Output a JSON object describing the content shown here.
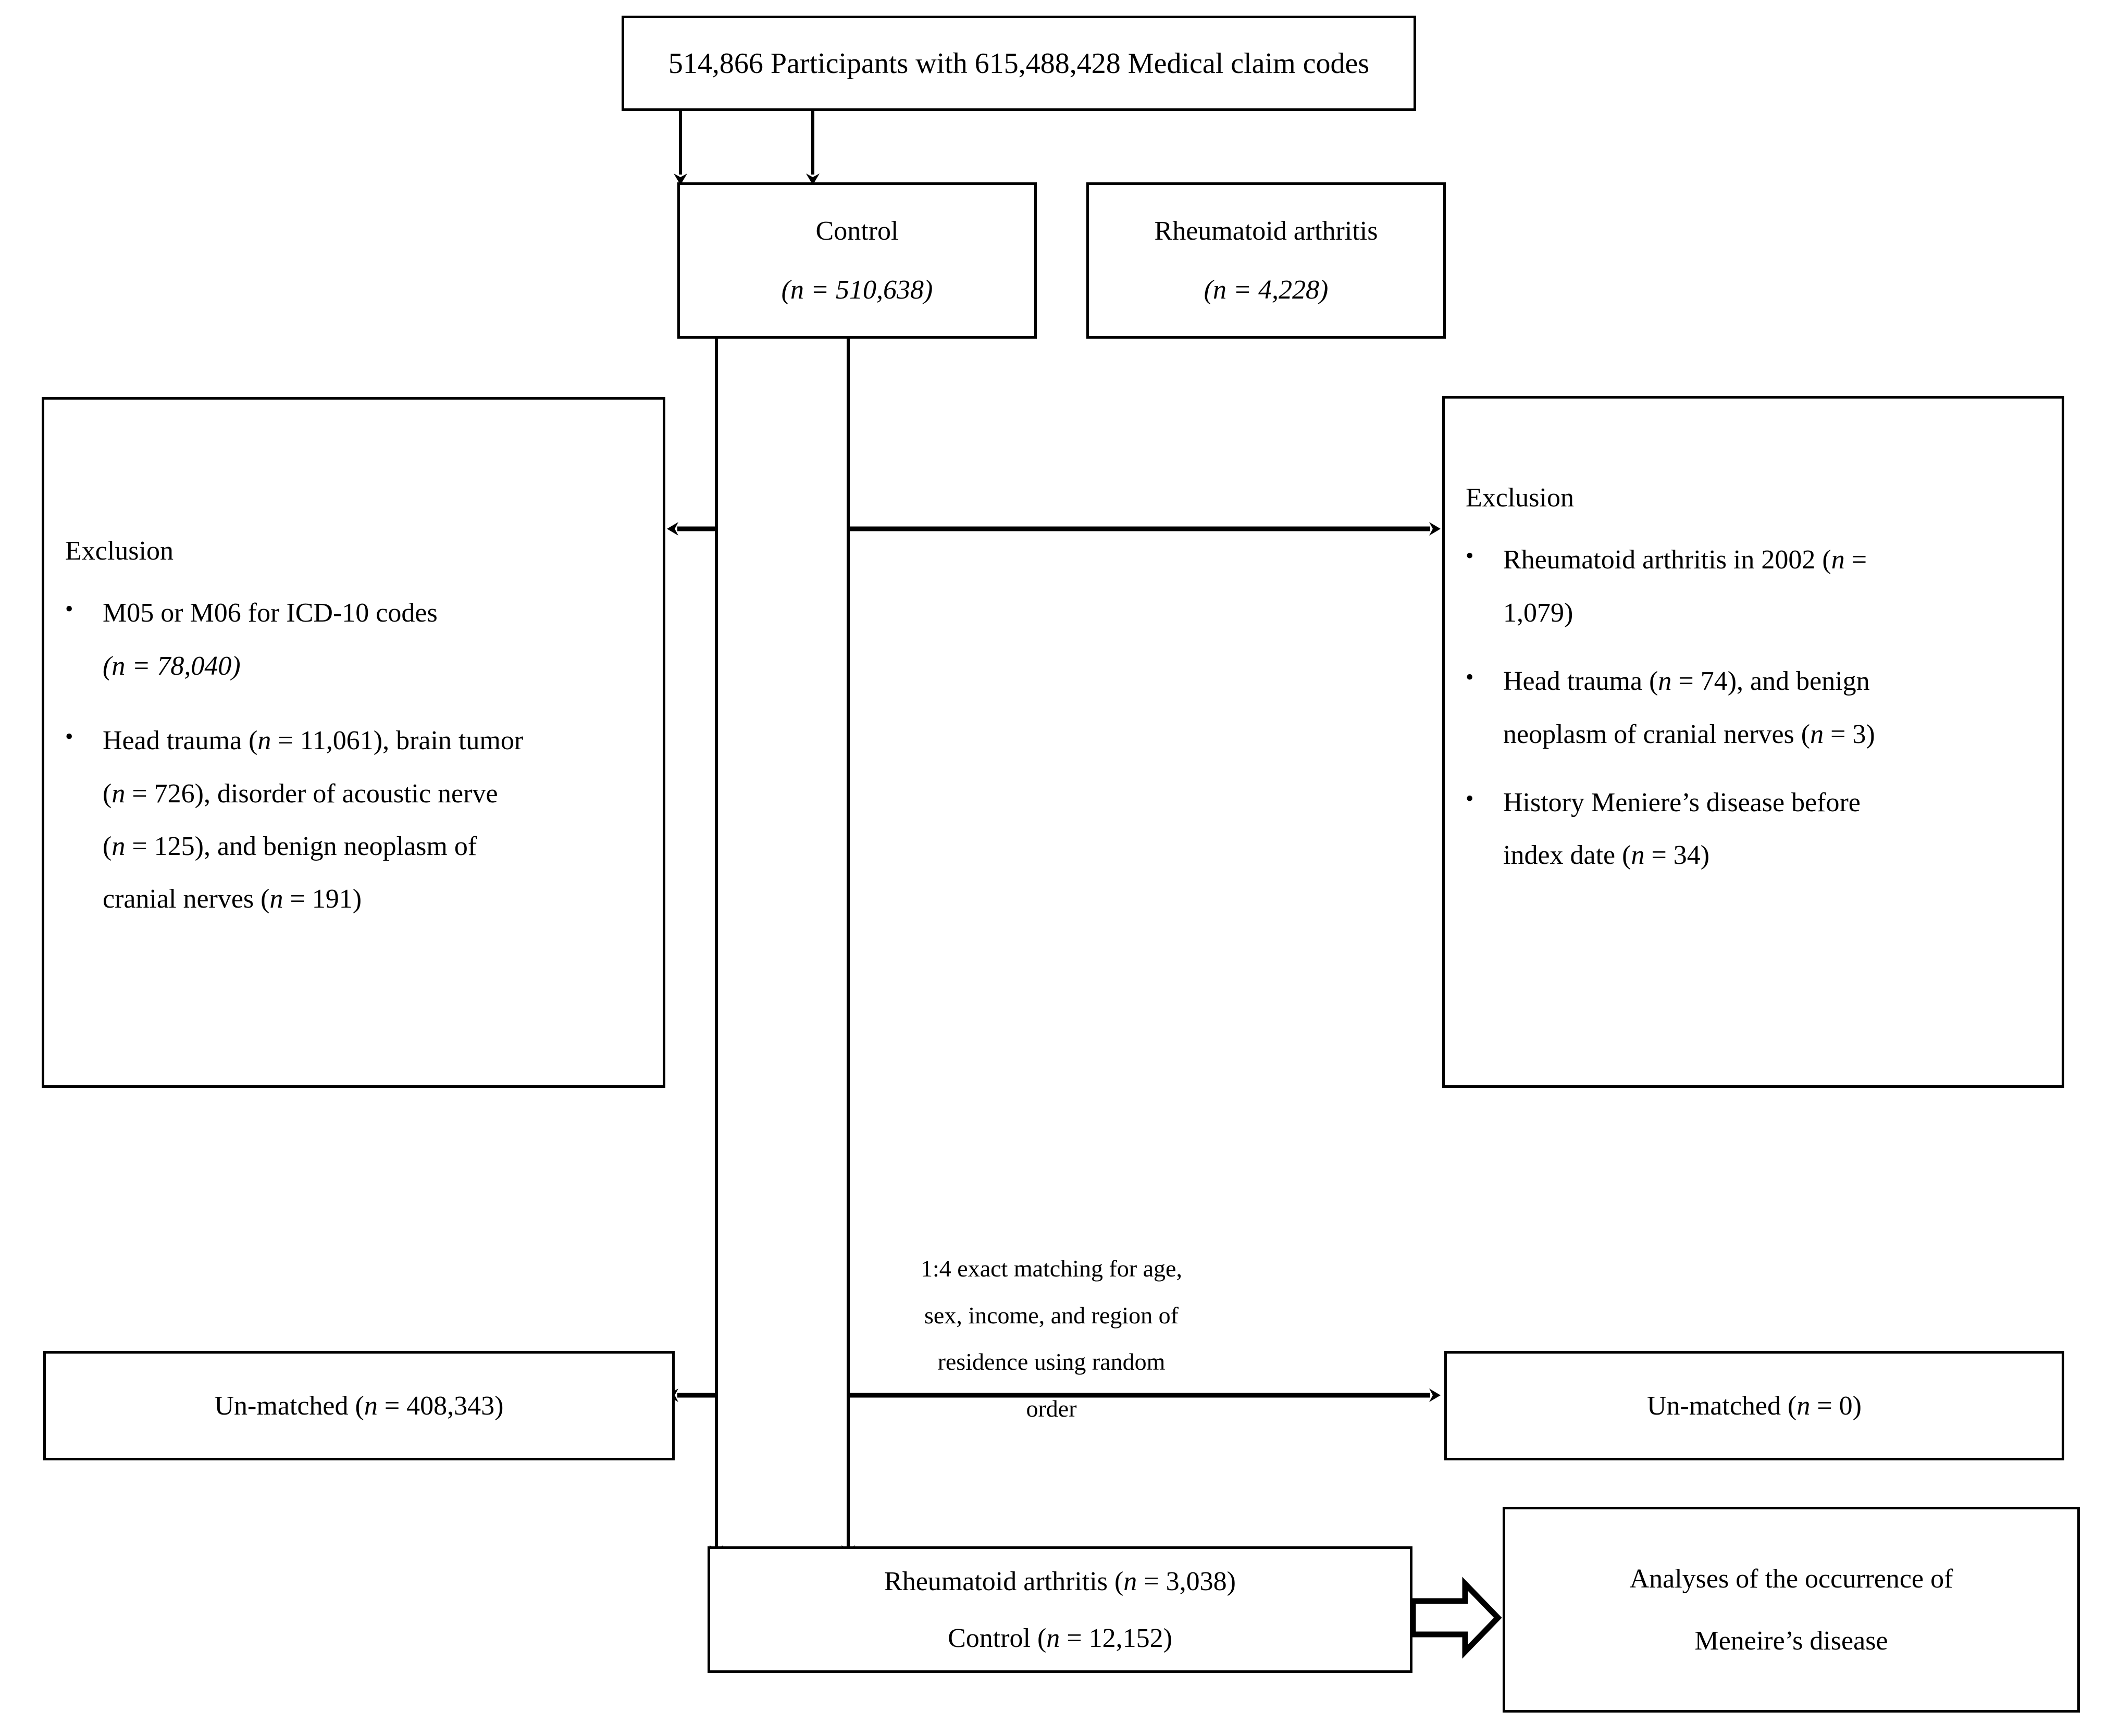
{
  "diagram": {
    "type": "study-flow-chart",
    "title_box": {
      "text": "514,866 Participants with  615,488,428 Medical claim codes",
      "participants": "514,866",
      "claim_codes": "615,488,428"
    },
    "groups": [
      {
        "label": "Control",
        "n_text": "(n = 510,638)",
        "n": 510638
      },
      {
        "label": "Rheumatoid arthritis",
        "n_text": "(n = 4,228)",
        "n": 4228
      }
    ],
    "exclusion_left": {
      "heading": "Exclusion",
      "items": [
        {
          "lines": [
            "M05 or M06 for ICD-10 codes",
            "(n = 78,040)"
          ]
        },
        {
          "lines": [
            "Head trauma (n = 11,061), brain tumor",
            "(n = 726), disorder of acoustic nerve",
            "(n = 125), and benign neoplasm of",
            "cranial nerves  (n = 191)"
          ]
        }
      ]
    },
    "exclusion_right": {
      "heading": "Exclusion",
      "items": [
        {
          "lines": [
            "Rheumatoid arthritis in 2002 (n =",
            "1,079)"
          ]
        },
        {
          "lines": [
            "Head trauma (n = 74), and benign",
            "neoplasm of cranial nerves (n = 3)"
          ]
        },
        {
          "lines": [
            "History Meniere’s disease before",
            "index date (n = 34)"
          ]
        }
      ]
    },
    "matching_note": {
      "lines": [
        "1:4 exact matching for age,",
        "sex, income, and region of",
        "residence using random",
        "order"
      ]
    },
    "unmatched_left": {
      "text": "Un-matched (n = 408,343)",
      "n": 408343
    },
    "unmatched_right": {
      "text": "Un-matched (n = 0)",
      "n": 0
    },
    "result_box": {
      "line1": "Rheumatoid arthritis (n = 3,038)",
      "line2": "Control (n = 12,152)",
      "ra_n": 3038,
      "control_n": 12152
    },
    "analysis_box": {
      "line1": "Analyses  of the occurrence  of",
      "line2": "Meneire’s disease"
    },
    "colors": {
      "stroke": "#000000",
      "background": "#ffffff",
      "text": "#000000"
    }
  }
}
